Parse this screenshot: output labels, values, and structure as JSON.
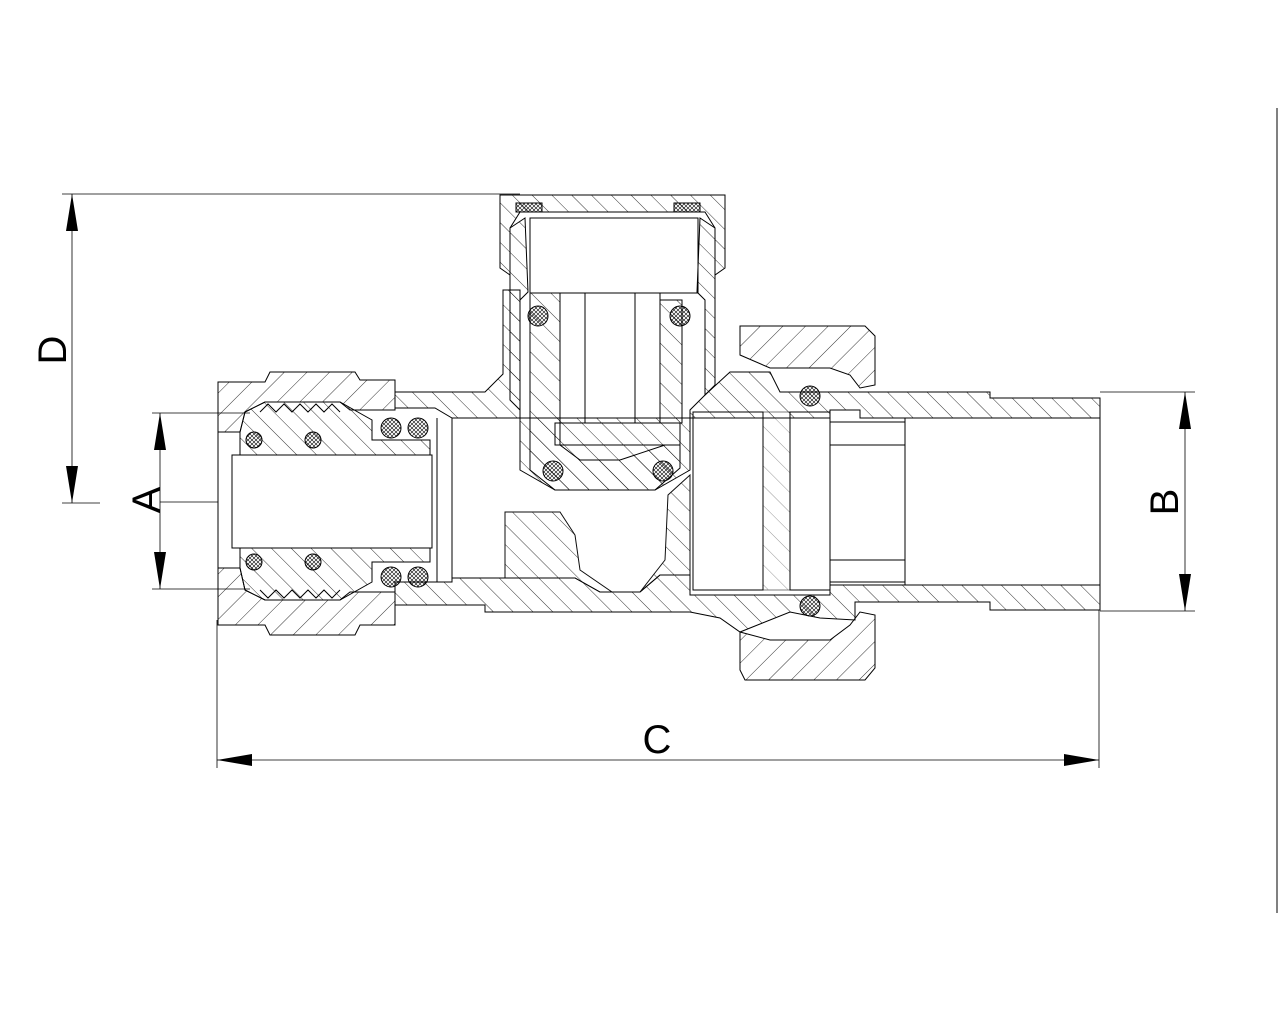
{
  "drawing": {
    "labels": {
      "a": "A",
      "b": "B",
      "c": "C",
      "d": "D"
    },
    "colors": {
      "ink": "#000000",
      "paper": "#ffffff"
    }
  }
}
